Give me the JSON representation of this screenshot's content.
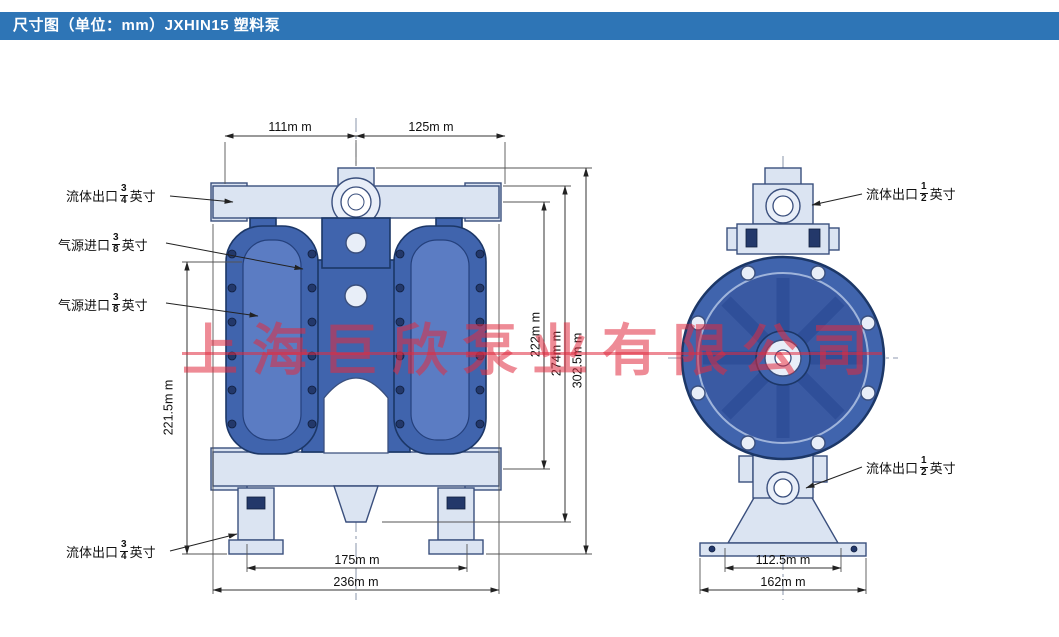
{
  "header": {
    "title": "尺寸图（单位：mm）JXHIN15 塑料泵"
  },
  "watermark": {
    "text": "上海巨欣泵业有限公司"
  },
  "front_view": {
    "callouts": [
      {
        "text": "流体出口",
        "num": "3",
        "den": "4",
        "unit": "英寸"
      },
      {
        "text": "气源进口",
        "num": "3",
        "den": "8",
        "unit": "英寸"
      },
      {
        "text": "气源进口",
        "num": "3",
        "den": "8",
        "unit": "英寸"
      },
      {
        "text": "流体出口",
        "num": "3",
        "den": "4",
        "unit": "英寸"
      }
    ],
    "dimensions": {
      "top_left": "111m m",
      "top_right": "125m m",
      "left_height": "221.5m m",
      "right_inner": "222m m",
      "right_middle": "274m m",
      "right_outer": "302.5m m",
      "bottom_inner": "175m m",
      "bottom_outer": "236m m"
    }
  },
  "side_view": {
    "callouts": [
      {
        "text": "流体出口",
        "num": "1",
        "den": "2",
        "unit": "英寸"
      },
      {
        "text": "流体出口",
        "num": "1",
        "den": "2",
        "unit": "英寸"
      }
    ],
    "dimensions": {
      "bottom_inner": "112.5m m",
      "bottom_outer": "162m m"
    }
  }
}
